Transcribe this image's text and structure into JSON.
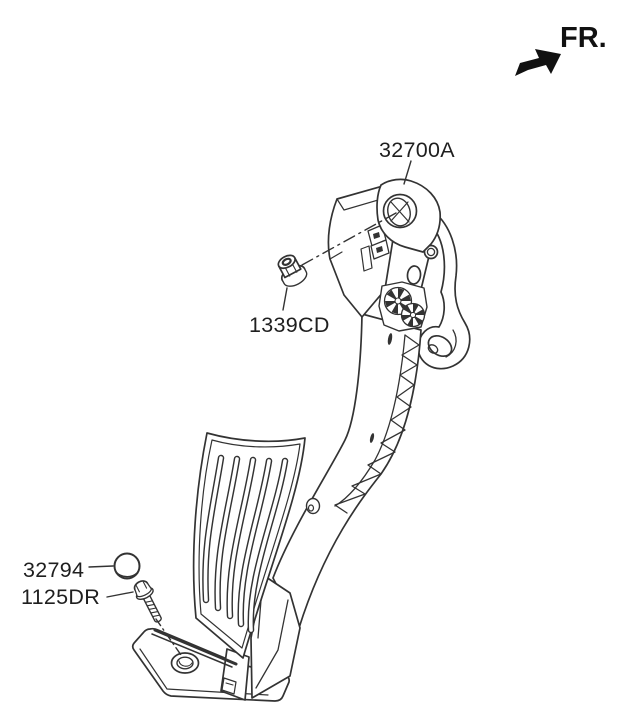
{
  "colors": {
    "background": "#ffffff",
    "line_art": "#333333",
    "label_text": "#1f1f1f",
    "direction_arrow": "#111111"
  },
  "direction_indicator": {
    "label": "FR.",
    "icon": "fr-direction-arrow-icon"
  },
  "callouts": {
    "c32700A": {
      "label": "32700A"
    },
    "c1339CD": {
      "label": "1339CD"
    },
    "c32794": {
      "label": "32794"
    },
    "c1125DR": {
      "label": "1125DR"
    }
  }
}
